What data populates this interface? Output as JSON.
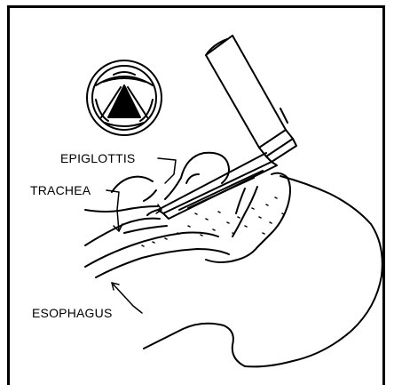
{
  "labels": {
    "epiglottis": "EPIGLOTTIS",
    "trachea": "TRACHEA",
    "esophagus": "ESOPHAGUS"
  },
  "colors": {
    "ink": "#000000",
    "paper": "#ffffff"
  }
}
